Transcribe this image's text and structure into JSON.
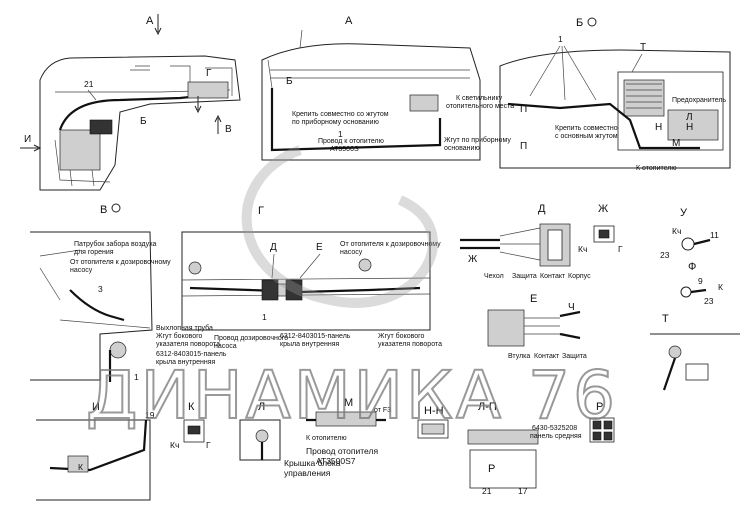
{
  "watermark": "ДИНАМИКА 76",
  "views": {
    "a_arrow": "А",
    "a_title": "А",
    "b_o_title": "Б",
    "v_o_title": "В",
    "g_title": "Г",
    "d_title": "Д",
    "zh_title": "Ж",
    "u_title": "У",
    "f_title": "Ф",
    "e_title": "Е",
    "t_title": "Т",
    "i_title": "И",
    "k_title": "К",
    "l_title": "Л",
    "m_title": "М",
    "nn_title": "Н-Н",
    "lp_title": "Л-П",
    "r_title": "Р"
  },
  "view1": {
    "n21": "21",
    "g": "Г",
    "v": "В",
    "i": "И",
    "b": "Б"
  },
  "view_a": {
    "b": "Б",
    "n1": "1",
    "crepit": "Крепить совместно со жгутом",
    "crepit2": "по приборному основанию",
    "to_light": "К светильнику",
    "to_light2": "отопительного места",
    "wire": "Провод к отопителю",
    "wire2": "АТ3500S",
    "harness": "Жгут по приборному",
    "harness2": "основанию"
  },
  "view_b": {
    "n1": "1",
    "t": "Т",
    "p1": "П",
    "p2": "П",
    "n": "Н",
    "n_b": "Н",
    "l": "Л",
    "m": "М",
    "crepit": "Крепить совместно",
    "crepit2": "с основным жгутом",
    "prel": "Предохранитель",
    "to_heater": "К отопителю"
  },
  "view_v": {
    "intake": "Патрубок забора воздуха",
    "intake2": "для горения",
    "from_heater": "От отопителя к дозировочному",
    "from_heater2": "насосу",
    "n3": "3",
    "n1": "1",
    "exhaust": "Выхлопная труба",
    "side_harness": "Жгут бокового",
    "side_harness2": "указателя поворота",
    "panel": "6312-8403015-панель",
    "panel2": "крыла внутренняя"
  },
  "view_g": {
    "d": "Д",
    "e": "Е",
    "n1": "1",
    "from_heater": "От отопителя к дозировочному",
    "from_heater2": "насосу",
    "wire_pump": "Провод дозировочного",
    "wire_pump2": "насоса",
    "panel": "6312-8403015-панель",
    "panel2": "крыла внутренняя",
    "side_harness": "Жгут бокового",
    "side_harness2": "указателя поворота"
  },
  "view_d": {
    "zh": "Ж",
    "labels": [
      "Чехол",
      "Защита",
      "Контакт",
      "Корпус"
    ]
  },
  "view_zh": {
    "kch": "Кч",
    "g": "Г"
  },
  "view_u": {
    "kch": "Кч",
    "n11": "11",
    "n23": "23"
  },
  "view_f": {
    "n9": "9",
    "k": "К",
    "n23": "23"
  },
  "view_e": {
    "ch": "Ч",
    "labels": [
      "Втулка",
      "Контакт",
      "Защита"
    ]
  },
  "view_i": {
    "n19": "19",
    "k": "К"
  },
  "view_k": {
    "kch": "Кч",
    "g": "Г"
  },
  "view_l": {
    "cover": "Крышка блока",
    "cover2": "управления"
  },
  "view_m": {
    "from_f3": "от F3",
    "to_heater": "К отопителю",
    "wire": "Провод отопителя",
    "wire2": "АТ3500S7"
  },
  "view_lp": {
    "panel": "6430-5325208",
    "panel2": "панель средняя",
    "r": "Р",
    "n21": "21",
    "n17": "17"
  }
}
